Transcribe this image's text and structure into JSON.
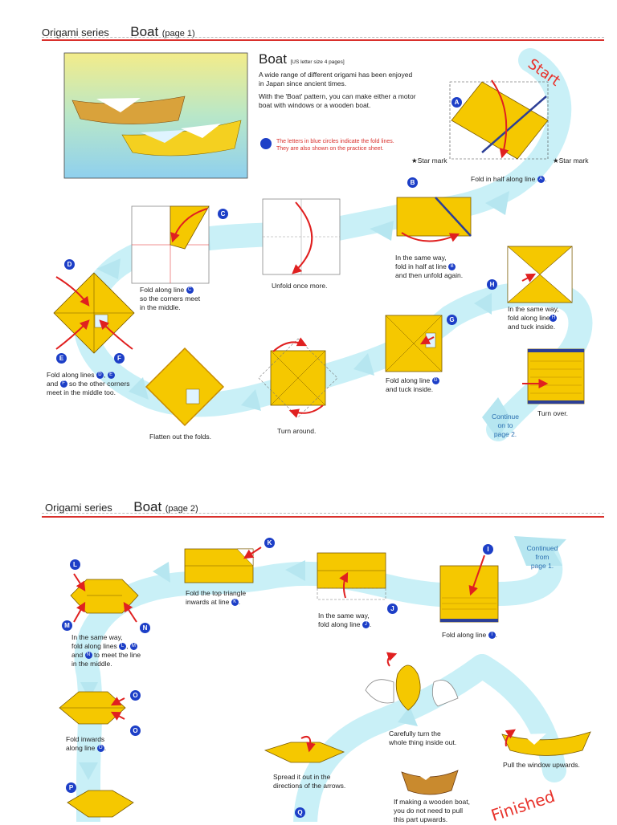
{
  "page1": {
    "header": {
      "series": "Origami series",
      "title": "Boat",
      "page": "(page 1)"
    },
    "intro": {
      "title": "Boat",
      "size_note": "[US letter size 4 pages]",
      "para1": "A wide range of different origami has been enjoyed in Japan since ancient times.",
      "para2": "With the 'Boat' pattern, you can make either a motor boat with windows or a wooden boat.",
      "note_line1": "The letters in blue circles indicate the fold lines.",
      "note_line2": "They are also shown on the practice sheet."
    },
    "start_label": "Start",
    "star_left": "★Star mark",
    "star_right": "★Star mark",
    "steps": {
      "a": "Fold in half along line",
      "b1": "In the same way,",
      "b2": "fold in half at line",
      "b3": "and then unfold again.",
      "unfold": "Unfold once more.",
      "c1": "Fold along line",
      "c2": "so the corners meet",
      "c3": "in the middle.",
      "h1": "In the same way,",
      "h2": "fold along line",
      "h3": "and tuck inside.",
      "d1": "Fold along lines",
      "d2": "and",
      "d3": "so the other corners",
      "d4": "meet in the middle too.",
      "g1": "Fold along line",
      "g2": "and tuck inside.",
      "flatten": "Flatten out the folds.",
      "turn_around": "Turn around.",
      "turn_over": "Turn over.",
      "continue1": "Continue",
      "continue2": "on to",
      "continue3": "page 2."
    },
    "letters": {
      "a": "A",
      "b": "B",
      "c": "C",
      "d": "D",
      "e": "E",
      "f": "F",
      "g": "G",
      "h": "H"
    }
  },
  "page2": {
    "header": {
      "series": "Origami series",
      "title": "Boat",
      "page": "(page 2)"
    },
    "continued1": "Continued",
    "continued2": "from",
    "continued3": "page 1.",
    "steps": {
      "k1": "Fold the top triangle",
      "k2": "inwards at line",
      "j1": "In the same way,",
      "j2": "fold along line",
      "i": "Fold along line",
      "lmn1": "In the same way,",
      "lmn2": "fold along lines",
      "lmn3": "and",
      "lmn4": "to meet the line",
      "lmn5": "in the middle.",
      "o1": "Fold inwards",
      "o2": "along line",
      "turn1": "Carefully turn the",
      "turn2": "whole thing inside out.",
      "spread1": "Spread it out in the",
      "spread2": "directions of the arrows.",
      "pull": "Pull the window upwards.",
      "wood1": "If making a wooden boat,",
      "wood2": "you do not need to pull",
      "wood3": "this part upwards."
    },
    "finished_label": "Finished",
    "letters": {
      "i": "I",
      "j": "J",
      "k": "K",
      "l": "L",
      "m": "M",
      "n": "N",
      "o": "O",
      "p": "P",
      "q": "Q"
    }
  },
  "colors": {
    "accent_red": "#d9302c",
    "fold_blue": "#1d3fc7",
    "paper_yellow": "#f5c800",
    "path_cyan": "#c9f0f7"
  }
}
